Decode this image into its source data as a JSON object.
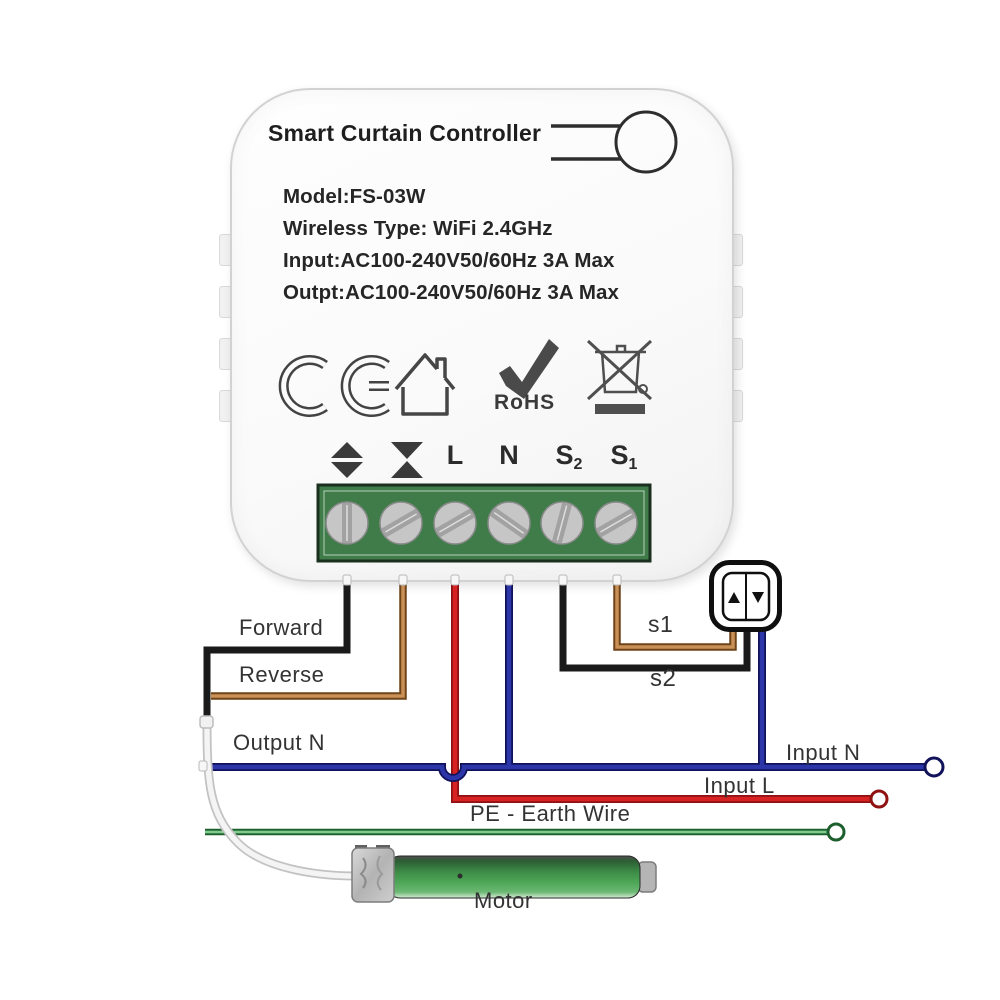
{
  "device": {
    "title": "Smart Curtain Controller",
    "specs": [
      "Model:FS-03W",
      "Wireless Type: WiFi 2.4GHz",
      "Input:AC100-240V50/60Hz 3A Max",
      "Outpt:AC100-240V50/60Hz 3A Max"
    ],
    "certifications": {
      "rohs_label": "RoHS",
      "icon_names": [
        "ce-mark-icon",
        "indoor-use-house-icon",
        "rohs-check-icon",
        "weee-crossed-bin-icon"
      ]
    },
    "terminals": {
      "open_icon": "curtain-open-icon",
      "close_icon": "curtain-close-icon",
      "l": "L",
      "n": "N",
      "s2_base": "S",
      "s2_sub": "2",
      "s1_base": "S",
      "s1_sub": "1"
    }
  },
  "wiring": {
    "forward": "Forward",
    "reverse": "Reverse",
    "output_n": "Output N",
    "input_n": "Input N",
    "input_l": "Input L",
    "pe": "PE - Earth Wire",
    "s1": "s1",
    "s2": "s2",
    "motor": "Motor"
  },
  "colors": {
    "wire_black": "#1a1a1a",
    "wire_brown": "#c99057",
    "wire_red": "#d62222",
    "wire_blue": "#2d36a8",
    "wire_green": "#4fae63",
    "wire_white": "#f4f4f4",
    "terminal_block_green": "#3f7c4a",
    "motor_green": "#4da556"
  }
}
